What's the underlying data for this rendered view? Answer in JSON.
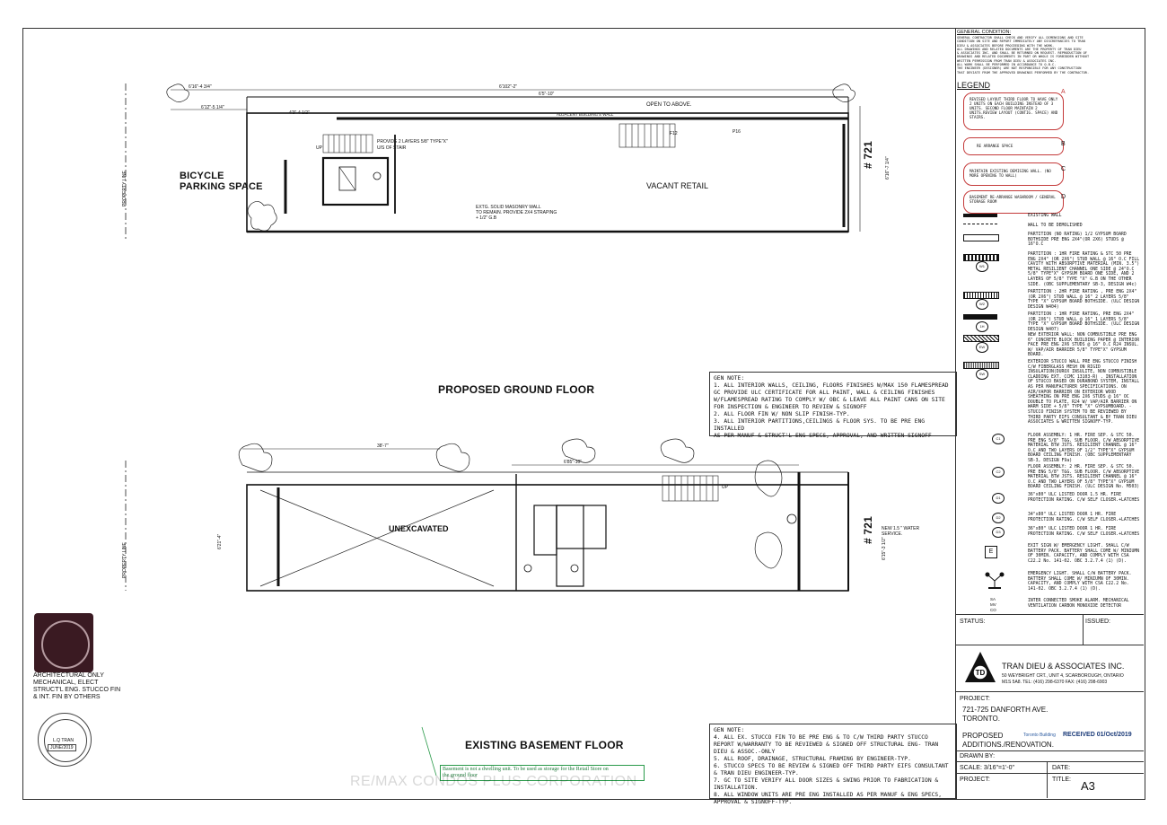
{
  "ground_floor": {
    "title": "PROPOSED GROUND FLOOR",
    "bicycle_label_1": "BICYCLE",
    "bicycle_label_2": "PARKING SPACE",
    "vacant_label": "VACANT RETAIL",
    "open_label": "OPEN TO ABOVE.",
    "adjacent_wall": "ADJACENT BUILDING'S WALL",
    "stair_note_1": "PROVIDE 2 LAYERS 5/8\" TYPE\"X\"",
    "stair_note_2": "U/S OF STAIR",
    "masonry_note_1": "EXTG. SOLID MASONRY WALL",
    "masonry_note_2": "TO REMAIN. PROVIDE 2X4 STRAPING",
    "masonry_note_3": "+ 1/2\" G.B",
    "address_tag": "# 721",
    "property_line": "PROPERTY LINE",
    "dim_top_left": "6'16\"-4 3/4\"",
    "dim_top_mid": "6'102\"-2\"",
    "dim_top_right": "6'5\"-10\"",
    "dim_left": "6'12\"-5 1/4\"",
    "dim_stair": "4'3\"-4 1/2\"",
    "dim_side": "6'16\"-7 1/4\"",
    "up": "UP",
    "f12": "F12",
    "p16": "P16"
  },
  "gen_note_1": {
    "heading": "GEN NOTE:",
    "lines": [
      "1. ALL INTERIOR WALLS, CEILING, FLOORS FINISHES W/MAX 150 FLAMESPREAD",
      "GC PROVIDE ULC CERTIFICATE FOR ALL PAINT, WALL & CEILING FINISHES",
      "W/FLAMESPREAD RATING TO COMPLY W/ OBC & LEAVE ALL PAINT CANS ON SITE",
      "FOR INSPECTION & ENGINEER TO REVIEW & SIGNOFF",
      "2. ALL FLOOR FIN W/ NON SLIP FINISH-TYP.",
      "3. ALL INTERIOR PARTITIONS,CEILINGS & FLOOR SYS. TO BE PRE ENG INSTALLED",
      "AS PER MANUF & STRUCT'L ENG SPECS, APPROVAL, AND WRITTEN SIGNOFF"
    ]
  },
  "basement": {
    "title": "EXISTING BASEMENT FLOOR",
    "unexcavated": "UNEXCAVATED",
    "water_note_1": "NEW 1.5 \" WATER",
    "water_note_2": "SERVICE.",
    "address_tag": "# 721",
    "property_line": "PROPERTY LINE",
    "dim_top": "38'-7\"",
    "dim_top_right": "6'85\"-10\"",
    "dim_side": "6'15\"-3 1/2\"",
    "dim_left": "6'21\"-4\"",
    "up": "UP"
  },
  "gen_note_2": {
    "heading": "GEN NOTE:",
    "lines": [
      "4. ALL EX. STUCCO FIN TO BE PRE ENG & TO C/W THIRD PARTY STUCCO",
      "REPORT W/WARRANTY TO BE REVIEWED & SIGNED OFF STRUCTURAL ENG- TRAN",
      "DIEU & ASSOC.-ONLY",
      "5. ALL ROOF, DRAINAGE, STRUCTURAL FRAMING BY ENGINEER-TYP.",
      "6. STUCCO SPECS TO BE REVIEW & SIGNED OFF THIRD PARTY EIFS CONSULTANT",
      "& TRAN DIEU ENGINEER-TYP.",
      "7. GC TO SITE VERIFY ALL DOOR SIZES & SWING PRIOR TO FABRICATION &",
      "INSTALLATION.",
      "8. ALL WINDOW UNITS ARE PRE ENG INSTALLED AS PER MANUF & ENG SPECS,",
      "APPROVAL & SIGNOFF-TYP."
    ]
  },
  "basement_stamp_note": {
    "line1": "Basement is not a dwelling unit. To be used as storage for the Retail Store on",
    "line2": "the ground floor"
  },
  "arch_note": {
    "lines": [
      "ARCHITECTURAL ONLY",
      "MECHANICAL, ELECT",
      "STRUCT'L ENG. STUCCO FIN",
      "& INT. FIN BY OTHERS"
    ],
    "stamp_date": "JUNE/2019",
    "stamp_name": "L.Q TRAN"
  },
  "general_condition": {
    "heading": "GENERAL CONDITION:",
    "lines": [
      "GENERAL CONTRACTOR SHALL CHECK AND VERIFY ALL DIMENSIONS AND SITE",
      "CONDITION ON SITE AND REPORT IMMEDIATELY ANY DISCREPANCIES TO TRAN",
      "DIEU & ASSOCIATES BEFORE PROCEEDING WITH THE WORK.",
      "ALL DRAWINGS AND RELATED DOCUMENTS ARE THE PROPERTY OF TRAN DIEU",
      "& ASSOCIATES INC. AND SHALL BE RETURNED ON REQUEST. REPRODUCTION OF",
      "DRAWINGS AND RELATED DOCUMENTS IN PART OR WHOLE IS FORBIDDEN WITHOUT",
      "WRITTEN PERMISSION FROM TRAN DIEU & ASSOCIATES INC.",
      "ALL WORK SHALL BE PERFORMED IN ACCORDANCE TO O.B.C.",
      "THE ENGINEER (DESIGNER) ARE NOT RESPONSIBLE FOR ANY CONSTRUCTION",
      "THAT DEVIATE FROM THE APPROVED DRAWINGS PERFORMED BY THE CONTRACTOR."
    ]
  },
  "legend": {
    "heading": "LEGEND",
    "revisions": [
      {
        "text": "REVISED LAYOUT THIRD FLOOR TO HAVE ONLY 2 UNITS ON EACH BUILDING INSTEAD OF 3 UNITS. SECOND FLOOR MAINTAIN 2 UNITS.REVIEW LAYOUT (CONTIG. SPACE) AND STAIRS.",
        "tag": "A"
      },
      {
        "text": "RE ARRANGE SPACE",
        "tag": "B"
      },
      {
        "text": "MAINTAIN EXISTING DEMISING WALL. (NO MORE OPENING TO WALL)",
        "tag": "C"
      },
      {
        "text": "BASEMENT RE-ARRANGE WASHROOM / GENERAL STORAGE ROOM",
        "tag": "D"
      }
    ],
    "items": [
      {
        "text": "EXISTING WALL"
      },
      {
        "text": "WALL TO BE DEMOLISHED"
      },
      {
        "text": "PARTITION (NO RATING) 1/2 GYPSUM BOARD BOTHSIDE PRE ENG 2X4\"(OR 2X6) STUDS @ 16\"O.C"
      },
      {
        "text": "PARTITION : 1HR FIRE RATING & STC 50 PRE ENG 2X4\" (OR 2X6\") STUD WALL @ 16\" O.C FILL CAVITY WITH ABSORPTIVE MATERIAL (MIN. 3.5\") METAL RESILIENT CHANNEL ONE SIDE @ 24\"O.C 5/8\" TYPE\"X\" GYPSUM BOARD ONE SIDE, AND 2 LAYERS OF 5/8\" TYPE \"X\" G.B ON THE OTHER SIDE. (OBC SUPPLEMENTARY SB-3, DESIGN W4c)",
        "tag": "W1"
      },
      {
        "text": "PARTITION : 2HR FIRE RATING , PRE ENG 2X4\" (OR 2X6\") STUD WALL @ 16\" 2 LAYERS 5/8\" TYPE \"X\" GYPSUM BOARD BOTHSIDE. (ULC DESIGN DESIGN W404)",
        "tag": "W2"
      },
      {
        "text": "PARTITION : 1HR FIRE RATING, PRE ENG 2X4\"(OR 2X6\") STUD WALL @ 16\" 1 LAYERS 5/8\" TYPE \"X\" GYPSUM BOARD BOTHSIDE. (ULC DESIGN DESIGN W407)",
        "tag": "1H"
      },
      {
        "text": "NEW EXTERIOR WALL: NON COMBUSTIBLE PRE ENG 6\" CONCRETE BLOCK BUILDING PAPER @ INTERIOR FACE PRE ENG 2X6 STUDS @ 16\" O.C R24 INSUL. W/ VAP/AIR BARRIER 5/8\" TYPE\"X\" GYPSUM BOARD.",
        "tag": "EW"
      },
      {
        "text": "EXTERIOR STUCCO WALL PRE ENG STUCCO FINISH C/W FIBERGLASS MESH ON RIGID INSULATION(DUROX INSULITE, NON COMBUSTIBLE CLADDING EXT. CCMC 13103-R) . INSTALLATION OF STUCCO BASED ON DURABOND SYSTEM, INSTALL AS PER MANUFACTURER SPECIFICATIONS. ON AIR/VAPOR BARRIER ON EXTERIOR WOOD SHEATHING ON PRE ENG 2X6 STUDS @ 16\" OC DOUBLE TO PLATE, R24 W/ VAP/AIR BARRIER ON WARM SIDE + 5/8\" TYPE \"X\" GYPSUMBOARD. - STUCCO FINISH SYSTEM TO BE REVIEWED BY THIRD PARTY EIFS CONSULTANT & BY TRAN DIEU ASSOCIATES & WRITTEN SIGNOFF-TYP.",
        "tag": "SW"
      },
      {
        "text": "FLOOR ASSEMBLY: 1 HR. FIRE SEP. & STC 50. PRE ENG 5/8\" T&G. SUB FLOOR. C/W ABSORPTIVE MATERIAL BTW JSTS. RESILIENT CHANNEL @ 16\" O.C AND TWO LAYERS OF 1/2\" TYPE\"X\" GYPSUM BOARD CEILING FINISH. (OBC SUPPLEMENTARY SB-3, DESIGN F9a)",
        "tag": "C1"
      },
      {
        "text": "FLOOR ASSEMBLY: 2 HR. FIRE SEP. & STC 50. PRE ENG 5/8\" T&G. SUB FLOOR. C/W ABSORPTIVE MATERIAL BTW JSTS. RESILIENT CHANNEL @ 16\" O.C AND TWO LAYERS OF 5/8\" TYPE\"X\" GYPSUM BOARD CEILING FINISH. (ULC DESIGN No. M503)",
        "tag": "C2"
      },
      {
        "text": "36\"x80\" ULC LISTED DOOR 1.5 HR. FIRE PROTECTION RATING. C/W SELF CLOSER.+LATCHES",
        "tag": "D1"
      },
      {
        "text": "34\"x80\" ULC LISTED DOOR 1 HR. FIRE PROTECTION RATING. C/W SELF CLOSER.+LATCHES",
        "tag": "D2"
      },
      {
        "text": "36\"x80\" ULC LISTED DOOR 1 HR. FIRE PROTECTION RATING. C/W SELF CLOSER.+LATCHES",
        "tag": "D3"
      },
      {
        "text": "EXIT SIGN W/ EMERGENCY LIGHT. SHALL C/W BATTERY PACK. BATTERY SHALL COME W/ MINIUMN OF 30MIN. CAPACITY, AND COMPLY WITH CSA C22.2 No. 141-02. OBC 3.2.7.4 (1) (D).",
        "tag": "E"
      },
      {
        "text": "EMERGENCY LIGHT. SHALL C/W BATTERY PACK. BATTERY SHALL COME W/ MINIUMN OF 30MIN. CAPACITY, AND COMPLY WITH CSA C22.2 No. 141-02. OBC 3.2.7.4 (1) (D)."
      },
      {
        "text": "INTER CONNECTED SMOKE ALARM. MECHANICAL VENTILATION CARBON MONOXIDE DETECTOR",
        "tags": [
          "SA",
          "MV",
          "CO"
        ]
      }
    ]
  },
  "title_block": {
    "status": "STATUS:",
    "issued": "ISSUED:",
    "firm": "TRAN DIEU & ASSOCIATES INC.",
    "firm_address": "50 WEYBRIGHT CRT., UNIT 4, SCARBOROUGH, ONTARIO",
    "firm_contact": "M1S 5A8.   TEL: (416) 298-6370    FAX: (416) 298-6903",
    "project_label": "PROJECT:",
    "project_line1": "721-725 DANFORTH AVE.",
    "project_line2": "TORONTO.",
    "proposed_line1": "PROPOSED",
    "proposed_line2": "ADDITIONS./RENOVATION.",
    "received_stamp_small": "Toronto Building",
    "received_stamp": "RECEIVED 01/Oct/2019",
    "drawn_by": "DRAWN BY:",
    "scale": "SCALE: 3/16\"=1'-0\"",
    "date": "DATE:",
    "project_no": "PROJECT:",
    "title_label": "TITLE:",
    "sheet_no": "A3"
  },
  "watermark": "RE/MAX CONDOS PLUS CORPORATION"
}
